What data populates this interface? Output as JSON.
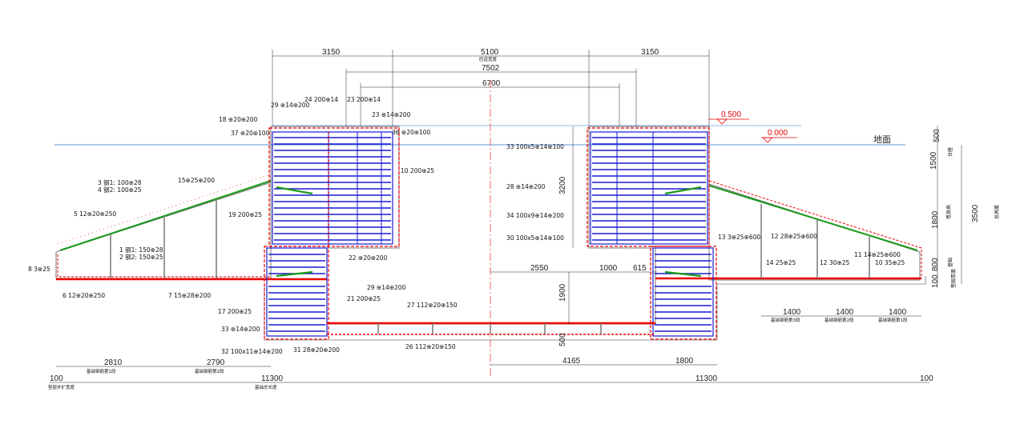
{
  "top_dims": {
    "left": "3150",
    "mid": "5100",
    "mid_sub": "匝道宽度",
    "right": "3150",
    "d2": "7502",
    "d3": "6700"
  },
  "levels": {
    "top": "0.500",
    "ground": "0.000"
  },
  "ground_label": "地面",
  "right_dims": {
    "d1": "500",
    "d2": "1500",
    "d3": "1800",
    "d4": "800",
    "d5": "100",
    "total": "3500",
    "t1": "台座",
    "t2": "台座高",
    "t3": "墙身高",
    "t4": "基础",
    "t5": "垫层厚度",
    "t6": "总高度"
  },
  "labels": {
    "l1": "1 钢1: 150⊕28",
    "l2": "2 钢2: 150⊕25",
    "l3": "3 钢1: 100⊕28",
    "l4": "4 钢2: 100⊕25",
    "l5": "5 12⊕20⊕250",
    "l6": "6 12⊕20⊕250",
    "l7": "7 15⊕28⊕200",
    "l8": "8 3⊕25",
    "l9": "15⊕25⊕200",
    "l10": "19 200⊕25",
    "l11": "17 200⊕25",
    "l12": "10 200⊕25",
    "l13": "33 ⊕14⊕200",
    "l14": "32 100x11⊕14⊕200",
    "l15": "31 28⊕20⊕200",
    "l16": "29 ⊕14⊕200",
    "l17": "21 200⊕25",
    "l18": "27 112⊕20⊕150",
    "l19": "26 112⊕20⊕150",
    "l20": "22 ⊕20⊕200",
    "l21": "18 ⊕20⊕200",
    "l22": "29 ⊕14⊕200",
    "l23": "24 200⊕14",
    "l24": "23 200⊕14",
    "l25": "23 ⊕14⊕200",
    "l26": "37 ⊕20⊕100",
    "l27": "36 ⊕20⊕100",
    "l28": "33 100x5⊕14⊕100",
    "l29": "28 ⊕14⊕200",
    "l30": "34 100x9⊕14⊕200",
    "l31": "30 100x5⊕14⊕100",
    "l32": "13 3⊕25⊕600",
    "l33": "12 28⊕25⊕600",
    "l34": "14 25⊕25",
    "l35": "12 30⊕25",
    "l36": "11 14⊕25⊕600",
    "l37": "10 35⊕25"
  },
  "inner_dims": {
    "h1": "3200",
    "h2": "1900",
    "h3": "500",
    "w1": "2550",
    "w2": "1000",
    "w3": "615",
    "w4": "4165",
    "w5": "1800"
  },
  "right_bottom": {
    "d1": "1400",
    "d2": "1400",
    "d3": "1400",
    "s1": "基础钢筋第3段",
    "s2": "基础钢筋第2段",
    "s3": "基础钢筋第1段"
  },
  "left_bottom": {
    "d1": "2810",
    "d2": "2790",
    "s1": "基础钢筋第1段",
    "s2": "基础钢筋第2段"
  },
  "bottom": {
    "left_edge": "100",
    "left_total": "11300",
    "right_total": "11300",
    "right_edge": "100",
    "left_sub": "垫层外扩宽度",
    "left_total_sub": "基础总长度"
  }
}
